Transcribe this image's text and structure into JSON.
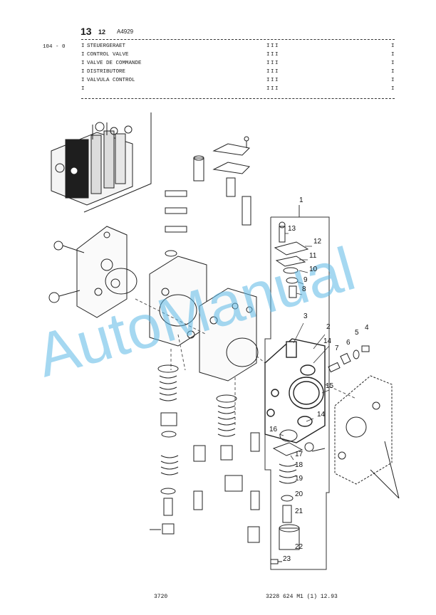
{
  "header": {
    "number": "13",
    "sub": "12",
    "code": "A4929"
  },
  "part_number": "104 - 0",
  "descriptions": [
    "STEUERGERAET",
    "CONTROL VALVE",
    "VALVE DE COMMANDE",
    "DISTRIBUTORE",
    "VALVULA CONTROL",
    ""
  ],
  "table_bar": "I",
  "callouts": [
    "1",
    "2",
    "3",
    "4",
    "5",
    "6",
    "7",
    "8",
    "9",
    "10",
    "11",
    "12",
    "13",
    "14",
    "14",
    "15",
    "16",
    "17",
    "18",
    "19",
    "20",
    "21",
    "22",
    "23"
  ],
  "watermark": "AutoManual",
  "footer": {
    "left": "3720",
    "right": "3228 624 M1 (1)  12.93"
  }
}
